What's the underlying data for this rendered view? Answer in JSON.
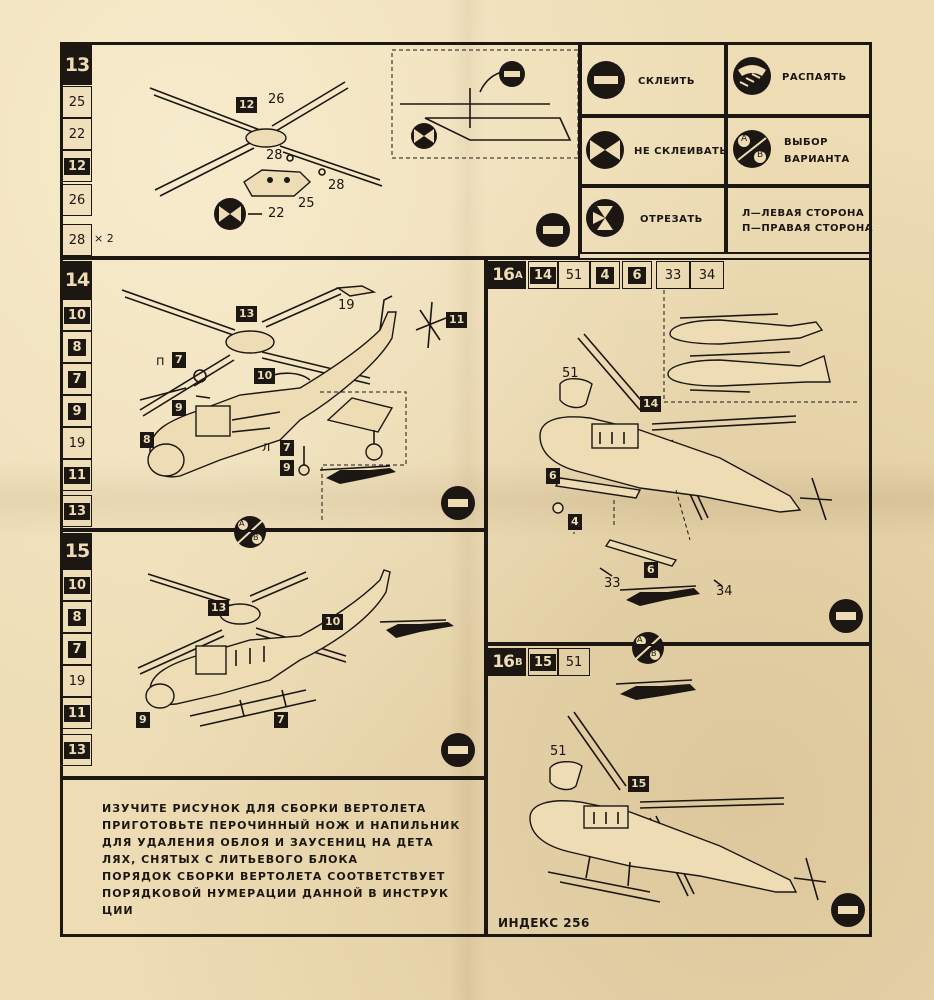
{
  "legend": {
    "glue": "СКЛЕИТЬ",
    "solder": "РАСПАЯТЬ",
    "no_glue": "НЕ СКЛЕИВАТЬ",
    "choice_1": "ВЫБОР",
    "choice_2": "ВАРИАНТА",
    "cut": "ОТРЕЗАТЬ",
    "left_side": "Л—ЛЕВАЯ СТОРОНА",
    "right_side": "П—ПРАВАЯ СТОРОНА"
  },
  "step13": {
    "number": "13",
    "parts": [
      "25",
      "22",
      "12",
      "26",
      "28"
    ],
    "multiplier": "× 2",
    "labels": {
      "p12": "12",
      "p26": "26",
      "p28": "28",
      "p28b": "28",
      "p25": "25",
      "p22": "22"
    }
  },
  "step14": {
    "number": "14",
    "parts": [
      "10",
      "8",
      "7",
      "9",
      "19",
      "11",
      "13"
    ],
    "labels": {
      "p13": "13",
      "p19": "19",
      "p11": "11",
      "pP": "п",
      "p7a": "7",
      "p9a": "9",
      "p10": "10",
      "p8": "8",
      "pL": "л",
      "p7b": "7",
      "p9b": "9"
    }
  },
  "step15": {
    "number": "15",
    "parts": [
      "10",
      "8",
      "7",
      "19",
      "11",
      "13"
    ],
    "labels": {
      "p13": "13",
      "p10": "10",
      "p9": "9",
      "p7": "7"
    }
  },
  "step16a": {
    "number": "16",
    "variant": "А",
    "parts": [
      "14",
      "51",
      "4",
      "6",
      "33",
      "34"
    ],
    "labels": {
      "p51": "51",
      "p14": "14",
      "p6a": "6",
      "p4": "4",
      "p6b": "6",
      "p33": "33",
      "p34": "34"
    }
  },
  "step16b": {
    "number": "16",
    "variant": "В",
    "parts": [
      "15",
      "51"
    ],
    "labels": {
      "p51": "51",
      "p15": "15"
    }
  },
  "variant_letters": {
    "a": "А",
    "b": "В"
  },
  "instructions": [
    "ИЗУЧИТЕ РИСУНОК ДЛЯ СБОРКИ ВЕРТОЛЕТА",
    "ПРИГОТОВЬТЕ ПЕРОЧИННЫЙ НОЖ И НАПИЛЬНИК",
    "ДЛЯ УДАЛЕНИЯ ОБЛОЯ  И ЗАУСЕНИЦ НА ДЕТА",
    "ЛЯХ, СНЯТЫХ С ЛИТЬЕВОГО БЛОКА",
    "ПОРЯДОК СБОРКИ  ВЕРТОЛЕТА  СООТВЕТСТВУЕТ",
    "ПОРЯДКОВОЙ НУМЕРАЦИИ  ДАННОЙ В ИНСТРУК",
    "ЦИИ"
  ],
  "index_label": "ИНДЕКС 256",
  "colors": {
    "paper": "#eddcb4",
    "ink": "#1c1712"
  }
}
